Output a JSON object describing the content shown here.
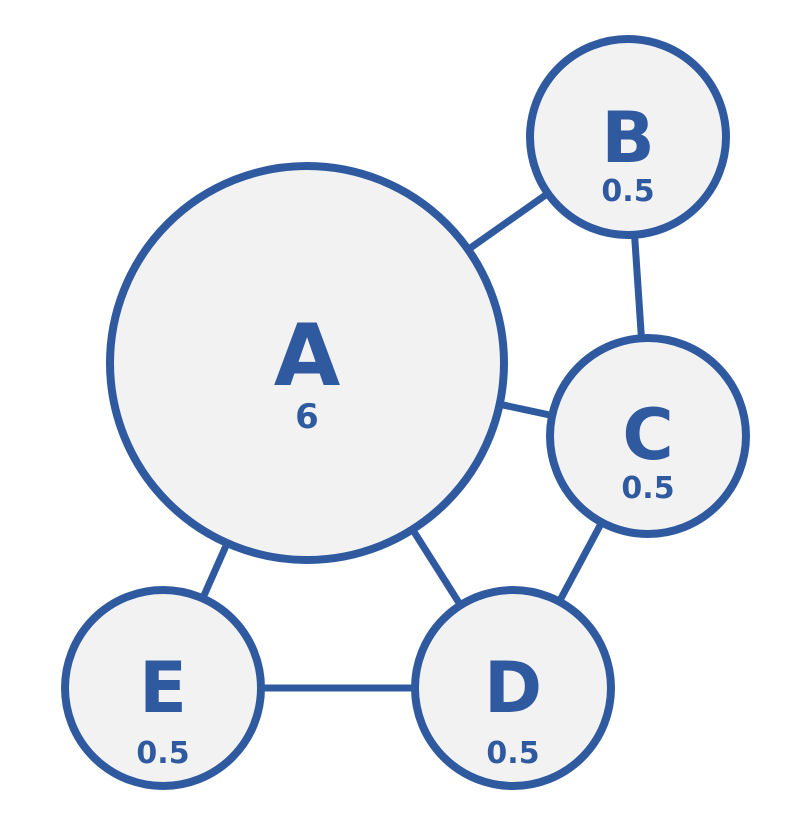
{
  "colors": {
    "stroke": "#2f5aa0",
    "node_fill": "#f2f2f3",
    "text": "#2f5aa0",
    "background": "#ffffff"
  },
  "nodes": [
    {
      "id": "A",
      "label": "A",
      "value": "6"
    },
    {
      "id": "B",
      "label": "B",
      "value": "0.5"
    },
    {
      "id": "C",
      "label": "C",
      "value": "0.5"
    },
    {
      "id": "D",
      "label": "D",
      "value": "0.5"
    },
    {
      "id": "E",
      "label": "E",
      "value": "0.5"
    }
  ],
  "edges": [
    {
      "from": "A",
      "to": "B"
    },
    {
      "from": "B",
      "to": "C"
    },
    {
      "from": "A",
      "to": "C"
    },
    {
      "from": "A",
      "to": "D"
    },
    {
      "from": "C",
      "to": "D"
    },
    {
      "from": "A",
      "to": "E"
    },
    {
      "from": "E",
      "to": "D"
    }
  ]
}
